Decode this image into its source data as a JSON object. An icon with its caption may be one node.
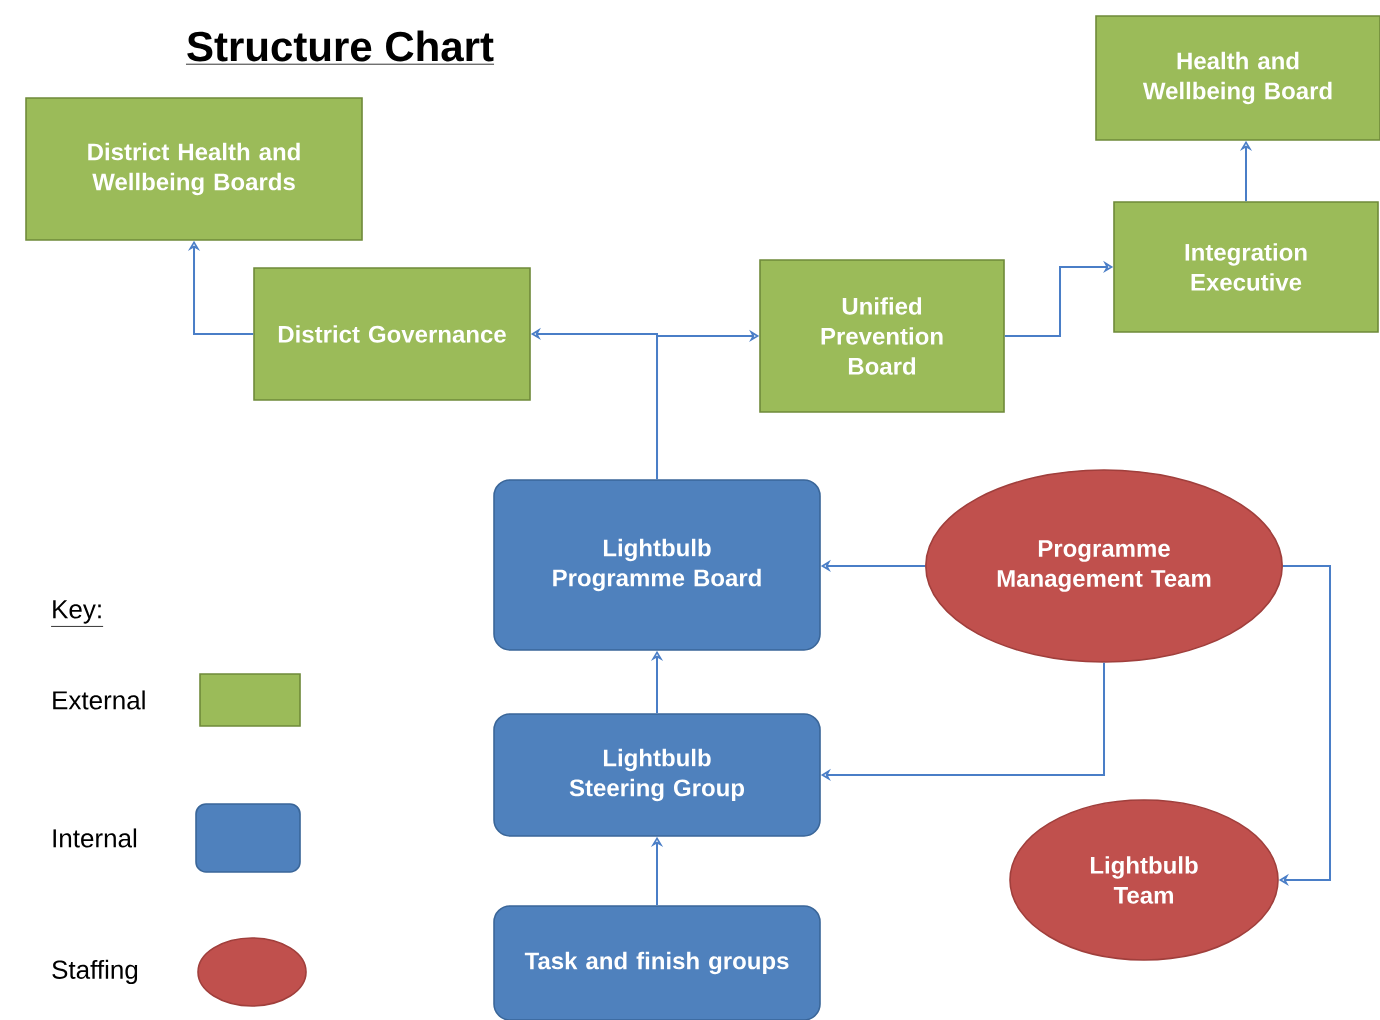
{
  "diagram": {
    "title": "Structure Chart",
    "nodes": [
      {
        "text": [
          "District Health and Wellbeing Boards"
        ]
      },
      {
        "text": [
          "District Governance"
        ]
      },
      {
        "text": [
          "Unified Prevention Board"
        ]
      },
      {
        "text": [
          "Health and Wellbeing Board"
        ]
      },
      {
        "text": [
          "Integration Executive"
        ]
      },
      {
        "text": [
          "Lightbulb Programme Board"
        ]
      },
      {
        "text": [
          "Programme Management Team"
        ]
      },
      {
        "text": [
          "Lightbulb Steering Group"
        ]
      },
      {
        "text": [
          "Lightbulb Team"
        ]
      },
      {
        "text": [
          "Task and finish groups"
        ]
      }
    ],
    "edges": [
      {
        "from": 1,
        "to": 0,
        "arrow": "to"
      },
      {
        "from": 5,
        "to": 1,
        "arrow": "to"
      },
      {
        "from": 5,
        "to": 2,
        "arrow": "to"
      },
      {
        "from": 2,
        "to": 4,
        "arrow": "to"
      },
      {
        "from": 4,
        "to": 3,
        "arrow": "to"
      },
      {
        "from": 6,
        "to": 5,
        "arrow": "to"
      },
      {
        "from": 6,
        "to": 7,
        "arrow": "to"
      },
      {
        "from": 6,
        "to": 8,
        "arrow": "to"
      },
      {
        "from": 7,
        "to": 5,
        "arrow": "to"
      },
      {
        "from": 9,
        "to": 7,
        "arrow": "to"
      }
    ],
    "labels": [
      "Key:"
    ],
    "legend": [
      {
        "text": "External",
        "color": "#9bbb59"
      },
      {
        "text": "Internal",
        "color": "#4f81bd"
      },
      {
        "text": "Staffing",
        "color": "#c0504d"
      }
    ]
  }
}
